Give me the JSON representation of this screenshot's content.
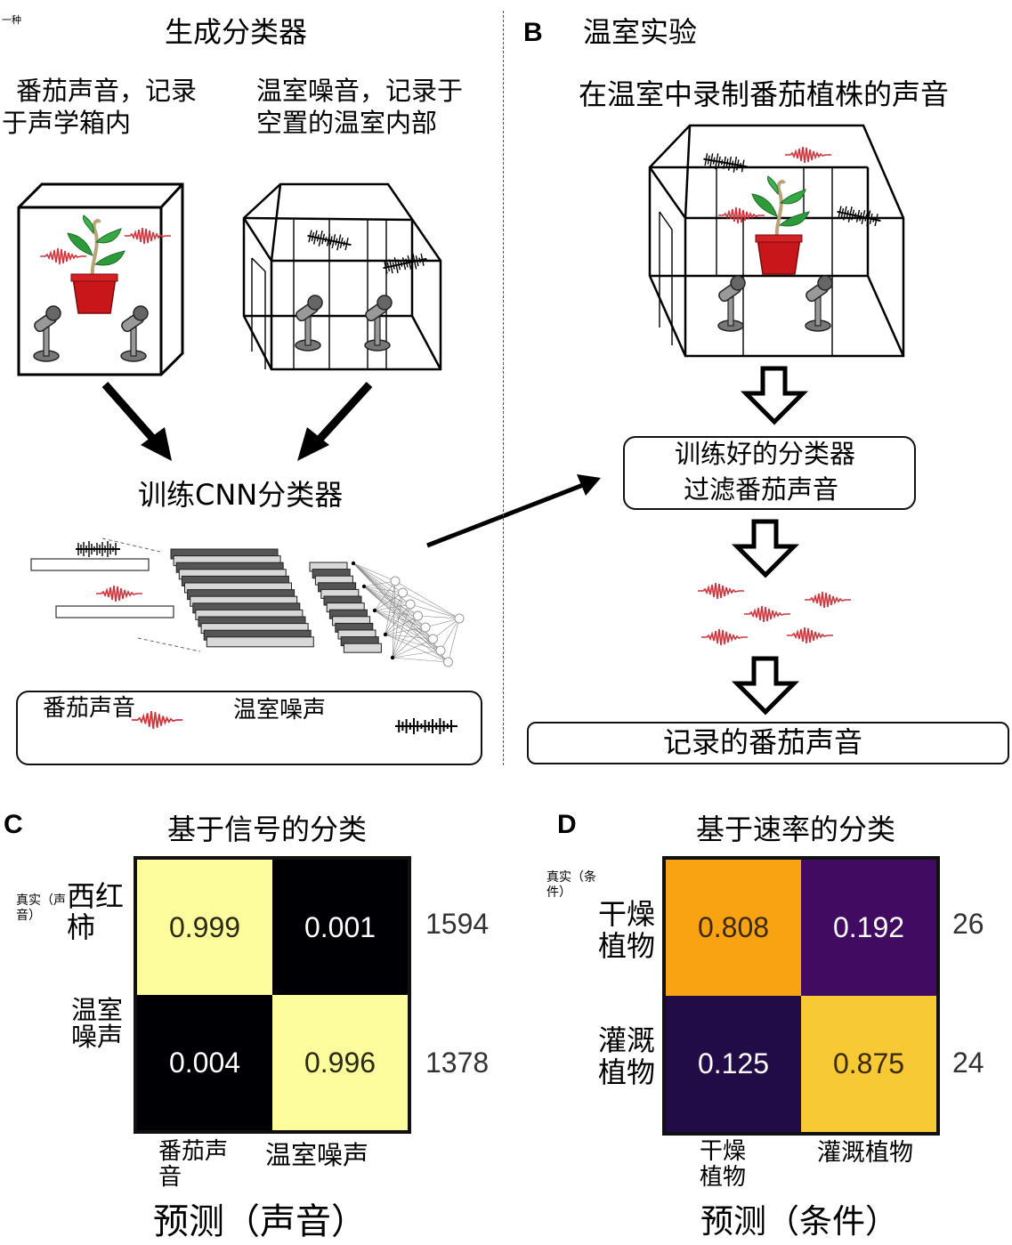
{
  "corner_note": "一种",
  "panel_a": {
    "title": "生成分类器",
    "left_caption": [
      "番茄声音，记录",
      "于声学箱内"
    ],
    "right_caption": [
      "温室噪音，记录于",
      "空置的温室内部"
    ],
    "train_label": "训练CNN分类器",
    "legend": {
      "tomato_label": "番茄声音",
      "noise_label": "温室噪声"
    }
  },
  "panel_b": {
    "letter": "B",
    "title": "温室实验",
    "caption": "在温室中录制番茄植株的声音",
    "filter_box": [
      "训练好的分类器",
      "过滤番茄声音"
    ],
    "result_box": "记录的番茄声音"
  },
  "colors": {
    "signal_red": "#d0343c",
    "pot_red": "#c8161b",
    "leaf_green": "#2e9b3a"
  },
  "chart_data": [
    {
      "type": "heatmap",
      "letter": "C",
      "title": "基于信号的分类",
      "ylabel": "真实（声音）",
      "xlabel": "预测（声音）",
      "row_labels": [
        "西红柿",
        "温室噪声"
      ],
      "col_labels": [
        "番茄声音",
        "温室噪声"
      ],
      "values": [
        [
          0.999,
          0.001
        ],
        [
          0.004,
          0.996
        ]
      ],
      "value_labels": [
        [
          "0.999",
          "0.001"
        ],
        [
          "0.004",
          "0.996"
        ]
      ],
      "row_totals": [
        "1594",
        "1378"
      ],
      "colors": [
        [
          "#fdfd9e",
          "#000004"
        ],
        [
          "#000004",
          "#fdfd9e"
        ]
      ],
      "text_colors": [
        [
          "#2a2a10",
          "#ffffff"
        ],
        [
          "#ffffff",
          "#2a2a10"
        ]
      ]
    },
    {
      "type": "heatmap",
      "letter": "D",
      "title": "基于速率的分类",
      "ylabel": "真实（条件）",
      "xlabel": "预测（条件）",
      "row_labels": [
        "干燥植物",
        "灌溉植物"
      ],
      "col_labels": [
        "干燥植物",
        "灌溉植物"
      ],
      "values": [
        [
          0.808,
          0.192
        ],
        [
          0.125,
          0.875
        ]
      ],
      "value_labels": [
        [
          "0.808",
          "0.192"
        ],
        [
          "0.125",
          "0.875"
        ]
      ],
      "row_totals": [
        "26",
        "24"
      ],
      "colors": [
        [
          "#f9a313",
          "#410b62"
        ],
        [
          "#220c48",
          "#f7c934"
        ]
      ],
      "text_colors": [
        [
          "#3a2a08",
          "#ffffff"
        ],
        [
          "#ffffff",
          "#3a2a08"
        ]
      ]
    }
  ]
}
